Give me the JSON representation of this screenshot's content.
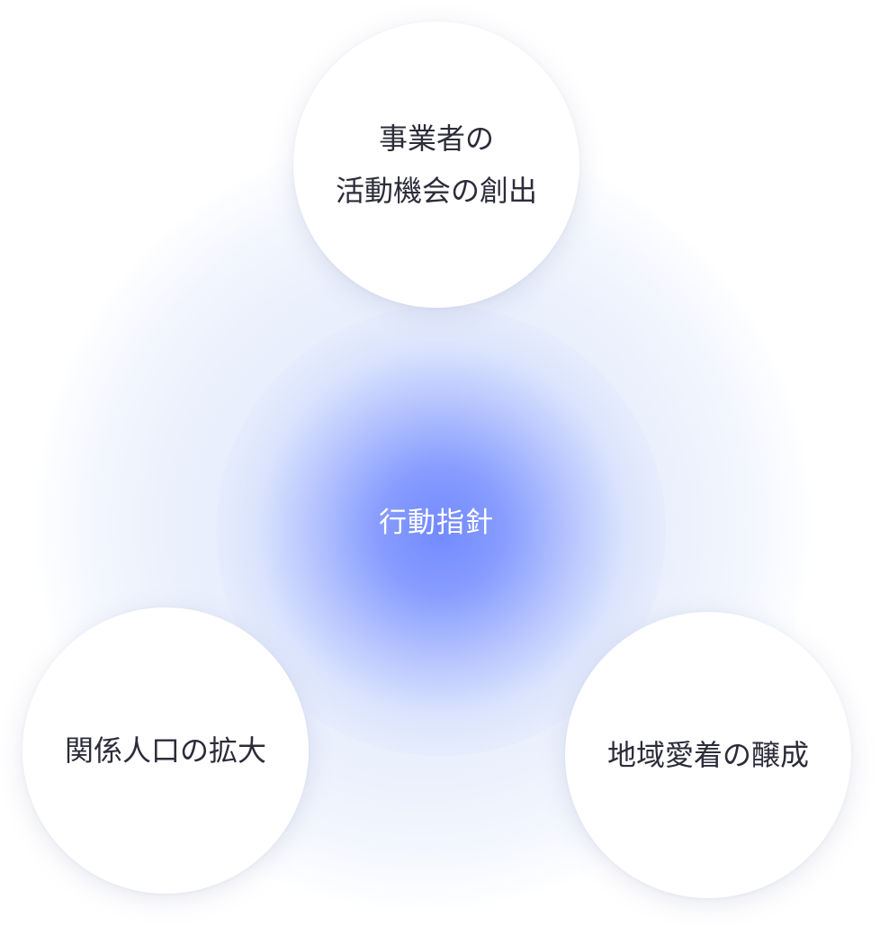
{
  "center": {
    "label": "行動指針"
  },
  "nodes": {
    "top": {
      "line1": "事業者の",
      "line2": "活動機会の創出"
    },
    "left": {
      "line1": "関係人口の拡大"
    },
    "right": {
      "line1": "地域愛着の醸成"
    }
  },
  "colors": {
    "core_accent": "#728aff",
    "halo": "#e2eafc",
    "node_text": "#2c2c3a",
    "core_text": "#ffffff"
  }
}
